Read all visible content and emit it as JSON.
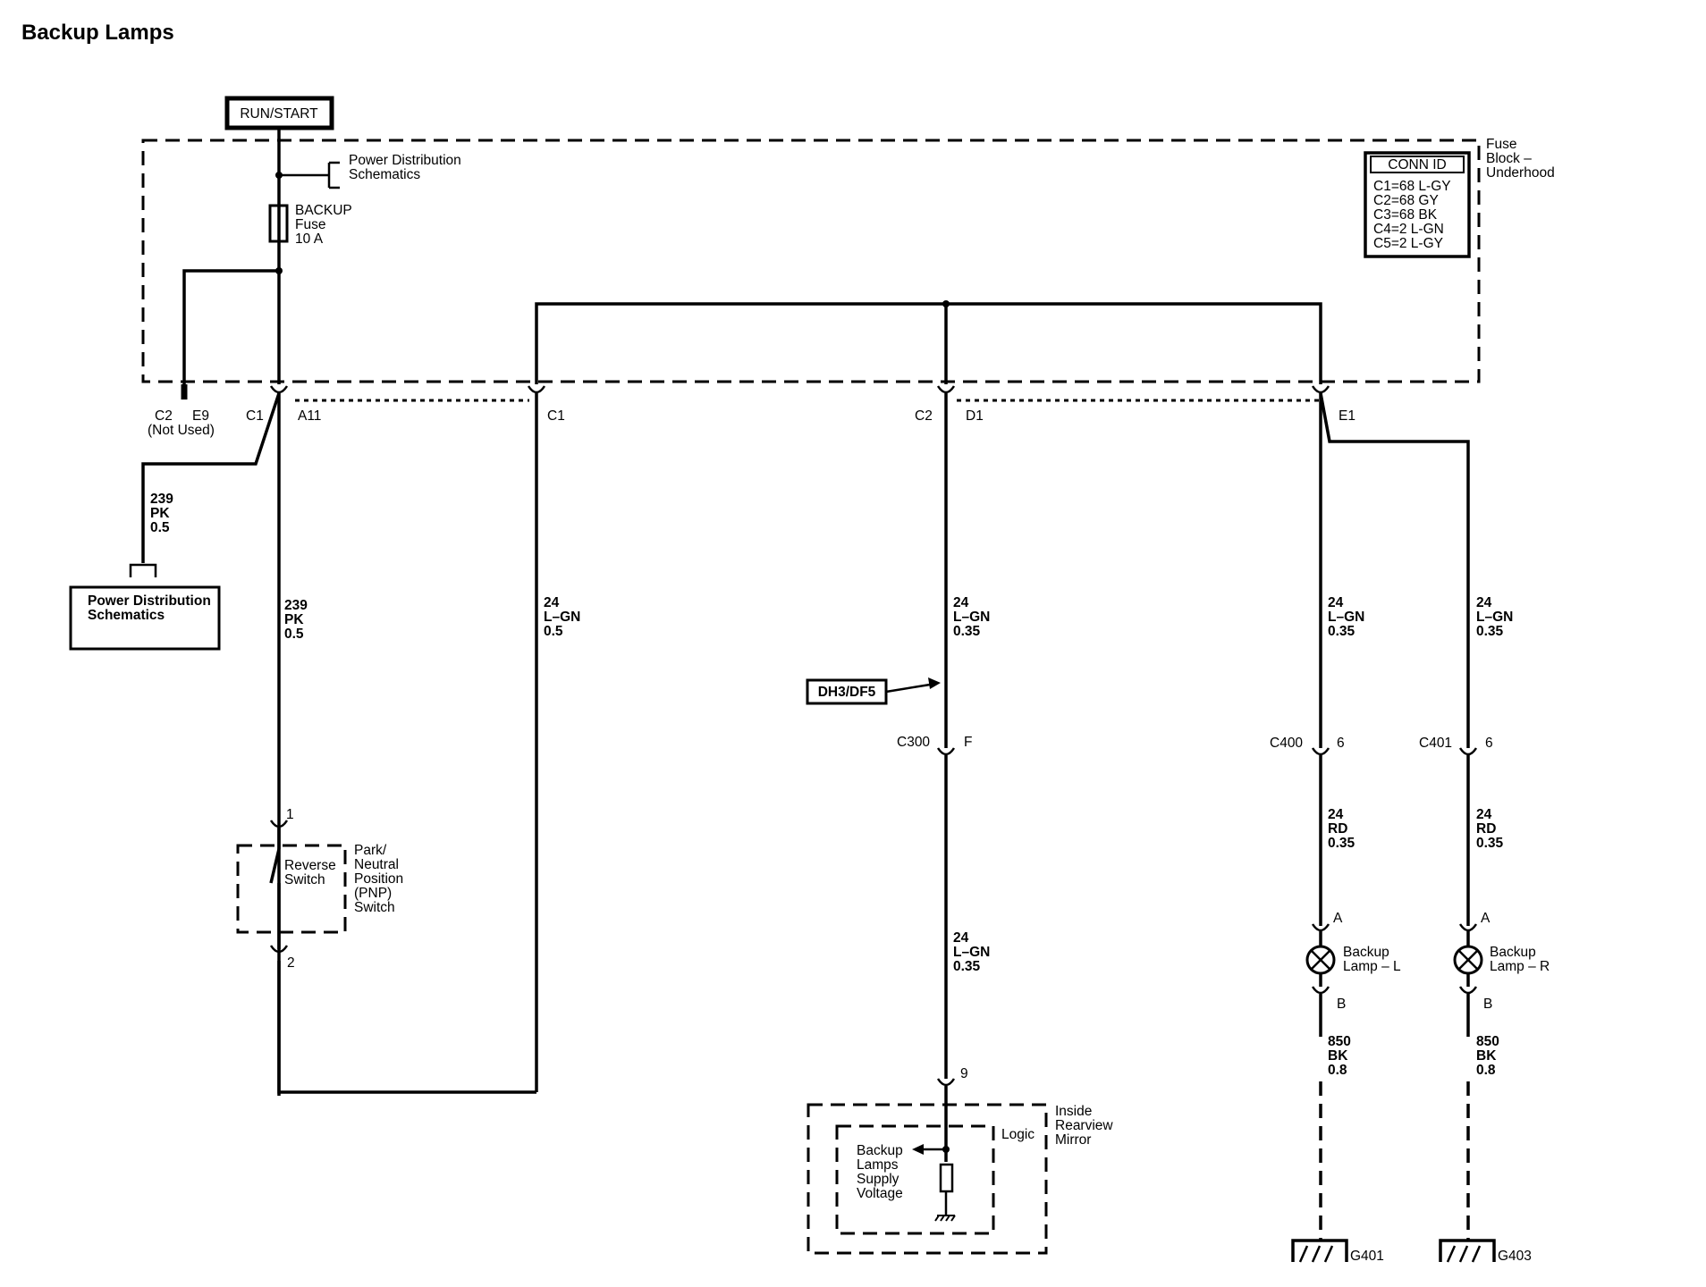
{
  "title": "Backup Lamps",
  "run_start": "RUN/START",
  "fuse_block": {
    "line1": "Fuse",
    "line2": "Block –",
    "line3": "Underhood"
  },
  "pds_top": {
    "line1": "Power Distribution",
    "line2": "Schematics"
  },
  "fuse": {
    "line1": "BACKUP",
    "line2": "Fuse",
    "line3": "10 A"
  },
  "conn_id": {
    "header": "CONN ID",
    "rows": [
      "C1=68 L-GY",
      "C2=68 GY",
      "C3=68 BK",
      "C4=2 L-GN",
      "C5=2 L-GY"
    ]
  },
  "connectors": {
    "c2_e9": "C2",
    "e9": "E9",
    "not_used": "(Not Used)",
    "c1_a11": "C1",
    "a11": "A11",
    "c1_right": "C1",
    "c2_d1": "C2",
    "d1": "D1",
    "e1": "E1"
  },
  "pds_box": {
    "line1": "Power Distribution",
    "line2": "Schematics"
  },
  "wires": {
    "w239_left": {
      "circuit": "239",
      "color": "PK",
      "size": "0.5"
    },
    "w239_main": {
      "circuit": "239",
      "color": "PK",
      "size": "0.5"
    },
    "w24_c1": {
      "circuit": "24",
      "color": "L–GN",
      "size": "0.5"
    },
    "w24_d1": {
      "circuit": "24",
      "color": "L–GN",
      "size": "0.35"
    },
    "w24_e1a": {
      "circuit": "24",
      "color": "L–GN",
      "size": "0.35"
    },
    "w24_e1b": {
      "circuit": "24",
      "color": "L–GN",
      "size": "0.35"
    },
    "w24_mirror": {
      "circuit": "24",
      "color": "L–GN",
      "size": "0.35"
    },
    "w24_rd_l": {
      "circuit": "24",
      "color": "RD",
      "size": "0.35"
    },
    "w24_rd_r": {
      "circuit": "24",
      "color": "RD",
      "size": "0.35"
    },
    "w850_l": {
      "circuit": "850",
      "color": "BK",
      "size": "0.8"
    },
    "w850_r": {
      "circuit": "850",
      "color": "BK",
      "size": "0.8"
    }
  },
  "option_tag": "DH3/DF5",
  "c300": {
    "id": "C300",
    "pin": "F"
  },
  "c400": {
    "id": "C400",
    "pin": "6"
  },
  "c401": {
    "id": "C401",
    "pin": "6"
  },
  "pnp": {
    "pin1": "1",
    "pin2": "2",
    "inner1": "Reverse",
    "inner2": "Switch",
    "name1": "Park/",
    "name2": "Neutral",
    "name3": "Position",
    "name4": "(PNP)",
    "name5": "Switch"
  },
  "mirror": {
    "pin": "9",
    "logic": "Logic",
    "name1": "Inside",
    "name2": "Rearview",
    "name3": "Mirror",
    "inner1": "Backup",
    "inner2": "Lamps",
    "inner3": "Supply",
    "inner4": "Voltage"
  },
  "lamp_l": {
    "pin_a": "A",
    "pin_b": "B",
    "name1": "Backup",
    "name2": "Lamp – L"
  },
  "lamp_r": {
    "pin_a": "A",
    "pin_b": "B",
    "name1": "Backup",
    "name2": "Lamp – R"
  },
  "grounds": {
    "g401": "G401",
    "g403": "G403"
  }
}
